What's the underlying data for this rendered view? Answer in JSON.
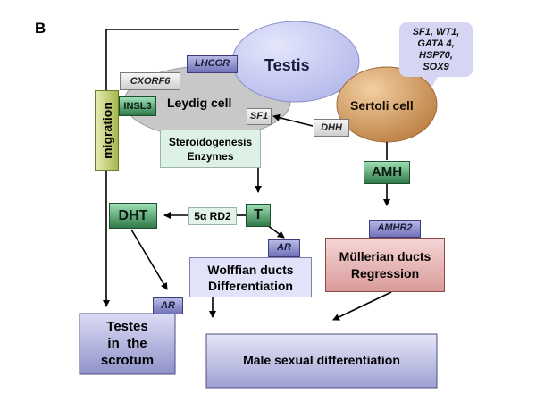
{
  "panel_label": "B",
  "nodes": {
    "testis": "Testis",
    "leydig": "Leydig cell",
    "sertoli": "Sertoli cell",
    "lhcgr": "LHCGR",
    "cxorf6": "CXORF6",
    "insl3": "INSL3",
    "migration": "migration",
    "sf1": "SF1",
    "dhh": "DHH",
    "steroid_line1": "Steroidogenesis",
    "steroid_line2": "Enzymes",
    "sertoli_genes": [
      "SF1, WT1,",
      "GATA 4,",
      "HSP70,",
      "SOX9"
    ],
    "amh": "AMH",
    "amhr2": "AMHR2",
    "mullerian_line1": "Müllerian ducts",
    "mullerian_line2": "Regression",
    "t": "T",
    "rd2": "5α RD2",
    "dht": "DHT",
    "ar_wolffian": "AR",
    "wolffian_line1": "Wolffian ducts",
    "wolffian_line2": "Differentiation",
    "ar_testes": "AR",
    "testes_line1": "Testes",
    "testes_line2": "in  the",
    "testes_line3": "scrotum",
    "male": "Male sexual differentiation"
  },
  "colors": {
    "testis_fill": "#c9ccf2",
    "leydig_fill": "#c8c8c8",
    "sertoli_fill": "#d8a26a",
    "mullerian_fill": "#e9b9b9",
    "steroid_fill": "#ddf1e6",
    "wolffian_fill": "#e2e2f8",
    "migration_fill": "#c8d47a",
    "callout_fill": "#d6d6f4"
  }
}
